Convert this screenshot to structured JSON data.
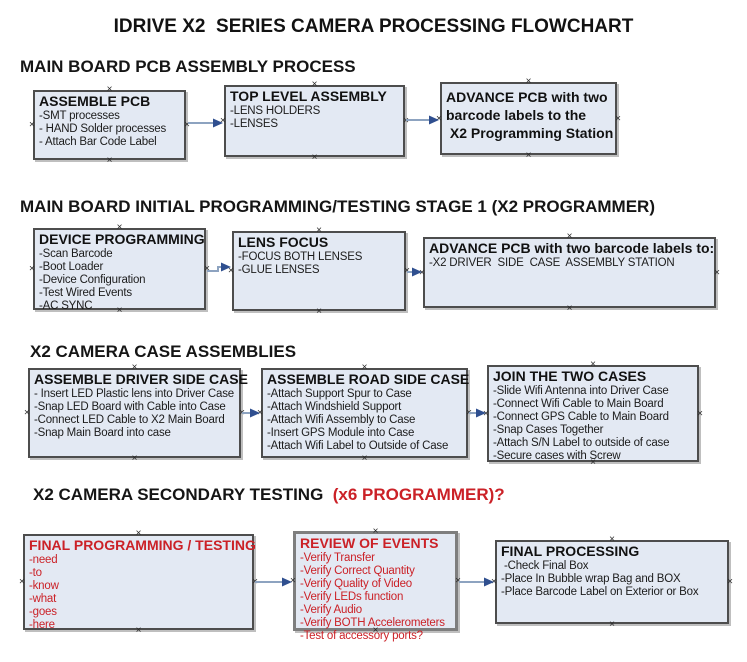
{
  "title": "IDRIVE X2  SERIES CAMERA PROCESSING FLOWCHART",
  "colors": {
    "box_fill": "#e3e9f3",
    "box_border": "#4d4d4d",
    "arrow_line": "#8da3c0",
    "arrow_head": "#2f4f8f",
    "red_text": "#cb2127",
    "black_text": "#151515"
  },
  "icons": {
    "anchor_glyph": "×"
  },
  "sections": [
    {
      "header": "MAIN BOARD PCB ASSEMBLY PROCESS",
      "header_suffix": "",
      "boxes": [
        {
          "title": "ASSEMBLE PCB",
          "items": [
            "-SMT processes",
            "- HAND Solder processes",
            "- Attach Bar Code Label"
          ]
        },
        {
          "title": "TOP LEVEL ASSEMBLY",
          "items": [
            "-LENS HOLDERS",
            "-LENSES"
          ]
        },
        {
          "title": "ADVANCE PCB with two\nbarcode labels to the\n X2 Programming Station",
          "items": []
        }
      ]
    },
    {
      "header": "MAIN BOARD INITIAL PROGRAMMING/TESTING STAGE 1 (X2 PROGRAMMER)",
      "header_suffix": "",
      "boxes": [
        {
          "title": "DEVICE PROGRAMMING",
          "items": [
            "-Scan Barcode",
            "-Boot Loader",
            "-Device Configuration",
            "-Test Wired Events",
            "-AC SYNC"
          ]
        },
        {
          "title": "LENS FOCUS",
          "items": [
            "-FOCUS BOTH LENSES",
            "-GLUE LENSES"
          ]
        },
        {
          "title": "ADVANCE PCB with two barcode labels to:",
          "items": [
            "-X2 DRIVER  SIDE  CASE  ASSEMBLY STATION"
          ]
        }
      ]
    },
    {
      "header": "X2 CAMERA CASE ASSEMBLIES",
      "header_suffix": "",
      "boxes": [
        {
          "title": "ASSEMBLE DRIVER SIDE CASE",
          "items": [
            "- Insert LED Plastic lens into Driver Case",
            "-Snap LED Board with Cable into Case",
            "-Connect LED Cable to X2 Main Board",
            "-Snap Main Board into case"
          ]
        },
        {
          "title": "ASSEMBLE ROAD SIDE CASE",
          "items": [
            "-Attach Support Spur to Case",
            "-Attach Windshield Support",
            "-Attach Wifi Assembly to Case",
            "-Insert GPS Module into Case",
            "-Attach Wifi Label to Outside of Case"
          ]
        },
        {
          "title": "JOIN THE TWO CASES",
          "items": [
            "-Slide Wifi Antenna into Driver Case",
            "-Connect Wifi Cable to Main Board",
            "-Connect GPS Cable to Main Board",
            "-Snap Cases Together",
            "-Attach S/N Label to outside of case",
            "-Secure cases with Screw"
          ]
        }
      ]
    },
    {
      "header": "X2 CAMERA SECONDARY TESTING  ",
      "header_suffix": "(x6 PROGRAMMER)?",
      "boxes": [
        {
          "title": "FINAL PROGRAMMING / TESTING",
          "items": [
            "-need",
            "-to",
            "-know",
            "-what",
            "-goes",
            "-here"
          ]
        },
        {
          "title": "REVIEW OF EVENTS",
          "items": [
            "-Verify Transfer",
            "-Verify Correct Quantity",
            "-Verify Quality of Video",
            "-Verify LEDs function",
            "-Verify Audio",
            "-Verify BOTH Accelerometers",
            "-Test of accessory ports?"
          ]
        },
        {
          "title": "FINAL PROCESSING",
          "items": [
            " -Check Final Box",
            "-Place In Bubble wrap Bag and BOX",
            "-Place Barcode Label on Exterior or Box"
          ]
        }
      ]
    }
  ]
}
